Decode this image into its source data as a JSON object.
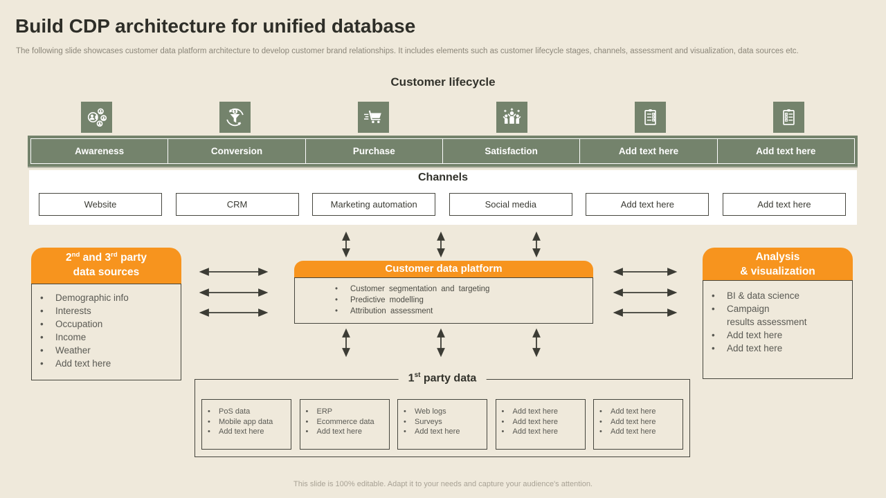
{
  "colors": {
    "background": "#EFE9DB",
    "sage_green": "#74836C",
    "accent_orange": "#F7941E",
    "box_border": "#44443C",
    "text_dark": "#2E2E28",
    "text_gray": "#595953",
    "footer_gray": "#A8A295",
    "white": "#FFFFFF"
  },
  "header": {
    "title": "Build CDP architecture for unified database",
    "subtitle": "The following slide showcases customer data platform architecture to develop customer brand relationships. It includes elements such as customer lifecycle stages, channels, assessment and visualization, data sources etc."
  },
  "lifecycle": {
    "title": "Customer lifecycle",
    "stages": [
      {
        "label": "Awareness",
        "icon": "awareness-audience-icon"
      },
      {
        "label": "Conversion",
        "icon": "conversion-funnel-icon"
      },
      {
        "label": "Purchase",
        "icon": "purchase-cart-icon"
      },
      {
        "label": "Satisfaction",
        "icon": "satisfaction-people-icon"
      },
      {
        "label": "Add text here",
        "icon": "survey-clipboard-icon"
      },
      {
        "label": "Add text here",
        "icon": "checklist-clipboard-icon"
      }
    ]
  },
  "channels": {
    "title": "Channels",
    "items": [
      "Website",
      "CRM",
      "Marketing automation",
      "Social media",
      "Add text here",
      "Add text here"
    ]
  },
  "data_sources_box": {
    "title": {
      "p1": "2",
      "s1": "nd",
      "p2": " and 3",
      "s2": "rd",
      "p3": " party",
      "line2": "data sources"
    },
    "items": [
      "Demographic info",
      "Interests",
      "Occupation",
      "Income",
      "Weather",
      "Add text here"
    ]
  },
  "cdp_box": {
    "title": "Customer data platform",
    "items": [
      "Customer segmentation and targeting",
      "Predictive modelling",
      "Attribution assessment"
    ]
  },
  "analysis_box": {
    "title_line1": "Analysis",
    "title_line2": "& visualization",
    "items": [
      "BI & data science",
      "Campaign\nresults assessment",
      "Add text here",
      "Add text here"
    ]
  },
  "first_party": {
    "title": {
      "p1": "1",
      "s1": "st",
      "p2": " party data"
    },
    "groups": [
      [
        "PoS data",
        "Mobile app data",
        "Add text here"
      ],
      [
        "ERP",
        "Ecommerce data",
        "Add text here"
      ],
      [
        "Web logs",
        "Surveys",
        "Add text here"
      ],
      [
        "Add text here",
        "Add text here",
        "Add text here"
      ],
      [
        "Add text here",
        "Add text here",
        "Add text here"
      ]
    ]
  },
  "footer": {
    "text": "This slide is 100% editable. Adapt it to your needs and capture your audience's attention."
  }
}
